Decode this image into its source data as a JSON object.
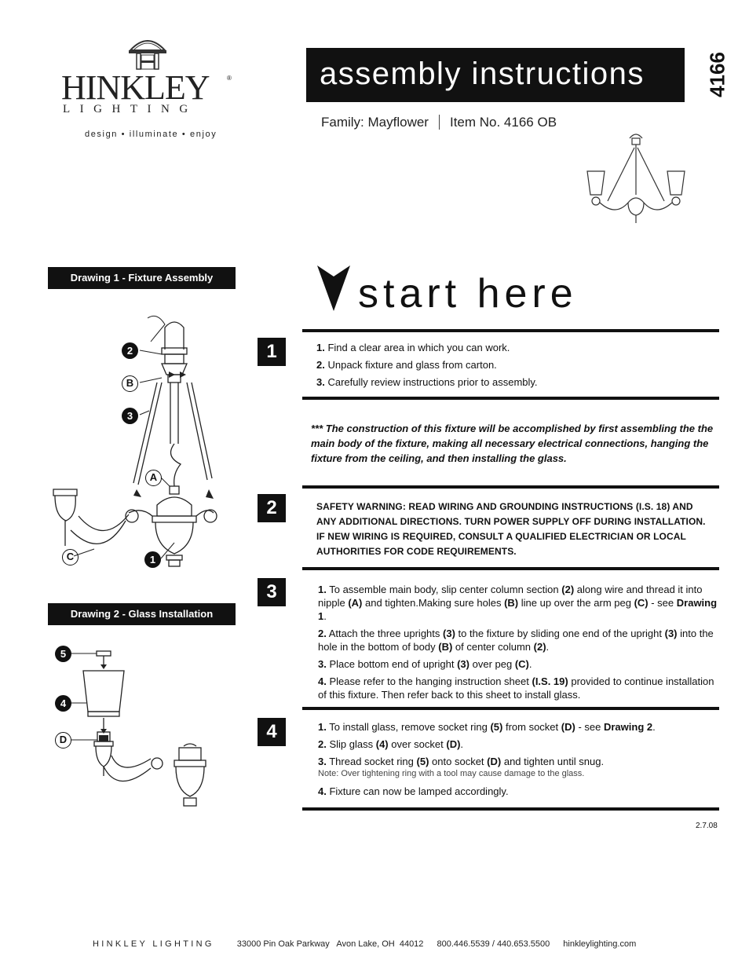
{
  "brand": {
    "name": "HINKLEY",
    "sub": "LIGHTING",
    "tagline": "design • illuminate • enjoy"
  },
  "header": {
    "title": "assembly instructions",
    "model": "4166",
    "family": "Family: Mayflower",
    "item": "Item No. 4166 OB"
  },
  "drawings": {
    "d1_label": "Drawing 1 - Fixture Assembly",
    "d2_label": "Drawing 2 - Glass Installation",
    "callouts": {
      "two": "2",
      "B": "B",
      "three": "3",
      "A": "A",
      "C": "C",
      "one": "1",
      "five": "5",
      "four": "4",
      "D": "D"
    }
  },
  "start_here": "start here",
  "steps": {
    "s1": {
      "num": "1",
      "items": [
        {
          "n": "1.",
          "t": "Find a clear area in which you can work."
        },
        {
          "n": "2.",
          "t": "Unpack fixture and glass from carton."
        },
        {
          "n": "3.",
          "t": "Carefully review instructions prior to assembly."
        }
      ]
    },
    "construction_note": "*** The construction of this fixture will be accomplished by first assembling the the main body of the fixture, making all necessary electrical connections, hanging the fixture from the ceiling, and then installing the glass.",
    "s2": {
      "num": "2",
      "text": "SAFETY WARNING: READ WIRING AND GROUNDING INSTRUCTIONS (I.S. 18) AND ANY ADDITIONAL DIRECTIONS. TURN POWER SUPPLY OFF DURING INSTALLATION. IF NEW WIRING IS REQUIRED, CONSULT A QUALIFIED ELECTRICIAN OR LOCAL AUTHORITIES FOR CODE REQUIREMENTS."
    },
    "s3": {
      "num": "3",
      "p1": {
        "n": "1.",
        "a": "To assemble main body, slip center column section",
        "b": "(2)",
        "c": "along wire and thread it into nipple",
        "d": "(A)",
        "e": "and tighten.Making sure holes",
        "f": "(B)",
        "g": "line up over the arm peg",
        "h": "(C)",
        "i": " - see",
        "j": "Drawing 1",
        "k": "."
      },
      "p2": {
        "n": "2.",
        "a": "Attach the three uprights",
        "b": "(3)",
        "c": "to the fixture by sliding one end of the upright",
        "d": "(3)",
        "e": "into the hole in the bottom of body",
        "f": "(B)",
        "g": "of center column",
        "h": "(2)",
        "i": "."
      },
      "p3": {
        "n": "3.",
        "a": "Place bottom end of upright",
        "b": "(3)",
        "c": "over peg",
        "d": "(C)",
        "e": "."
      },
      "p4": {
        "n": "4.",
        "a": "Please refer to the hanging instruction sheet",
        "b": "(I.S. 19)",
        "c": "provided to continue installation of this fixture. Then refer back to this sheet to install glass."
      }
    },
    "s4": {
      "num": "4",
      "p1": {
        "n": "1.",
        "a": "To install glass, remove socket ring",
        "b": "(5)",
        "c": "from socket",
        "d": "(D)",
        "e": "- see",
        "f": "Drawing 2",
        "g": "."
      },
      "p2": {
        "n": "2.",
        "a": "Slip glass",
        "b": "(4)",
        "c": "over socket",
        "d": "(D)",
        "e": "."
      },
      "p3": {
        "n": "3.",
        "a": "Thread socket ring",
        "b": "(5)",
        "c": "onto socket",
        "d": "(D)",
        "e": "and tighten until snug.",
        "note": "Note: Over tightening ring with a tool may cause damage to the glass."
      },
      "p4": {
        "n": "4.",
        "a": "Fixture can now be lamped accordingly."
      }
    }
  },
  "date": "2.7.08",
  "footer": {
    "brand": "HINKLEY LIGHTING",
    "address": "33000 Pin Oak Parkway   Avon Lake, OH  44012",
    "phone": "800.446.5539 / 440.653.5500",
    "web": "hinkleylighting.com"
  }
}
